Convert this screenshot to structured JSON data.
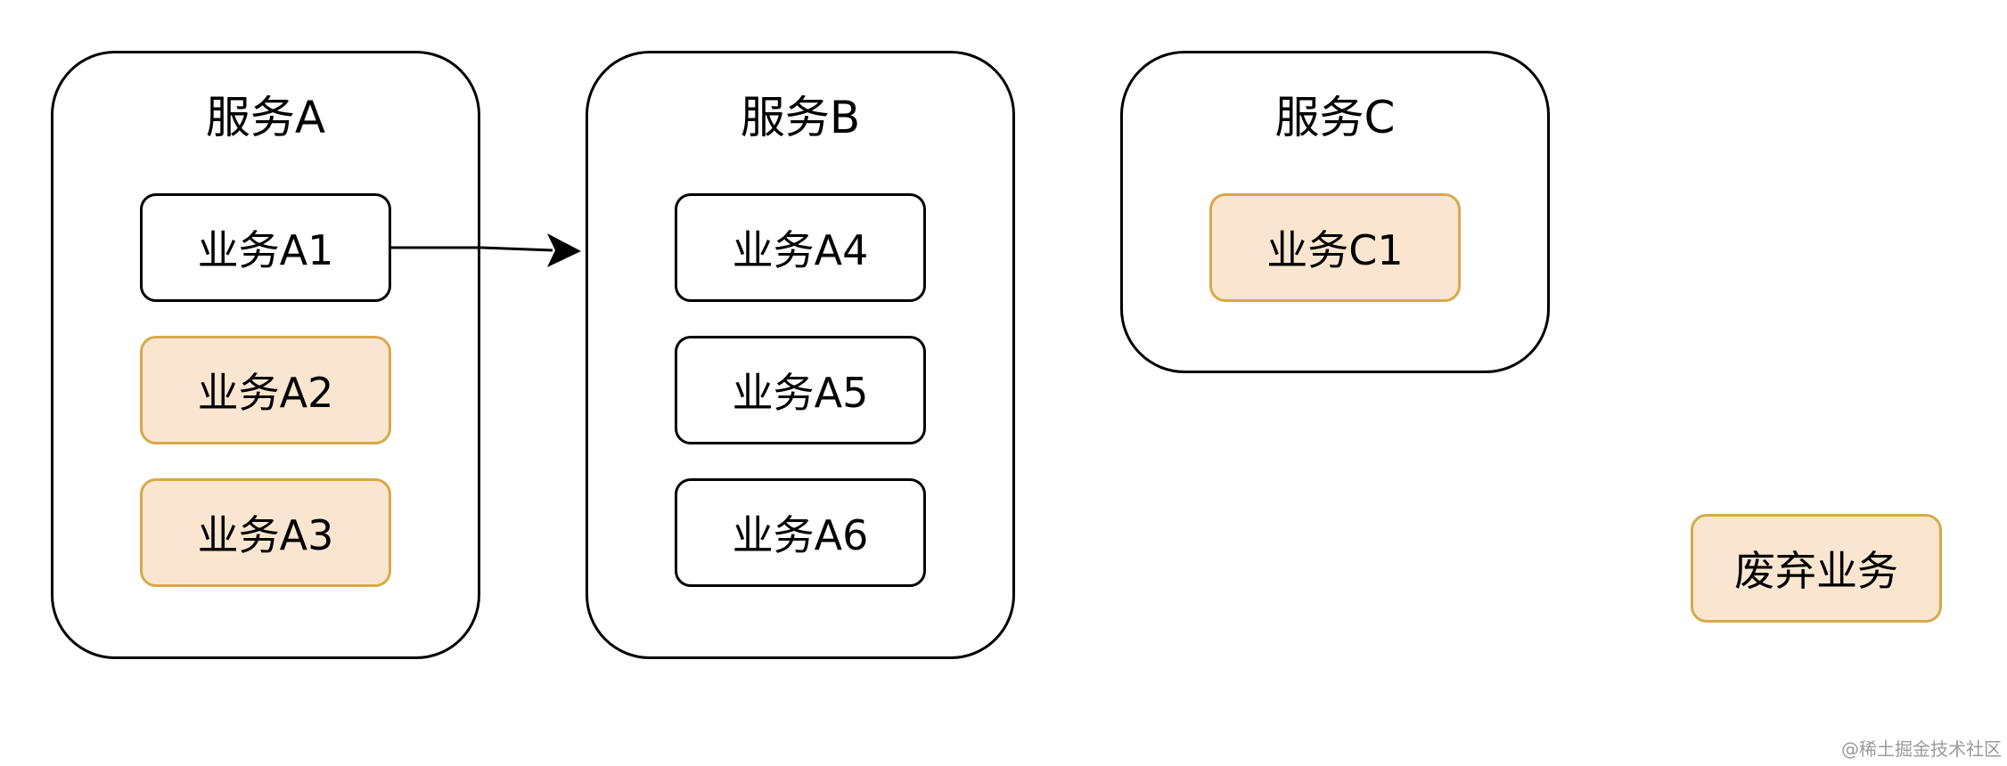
{
  "services": [
    {
      "title": "服务A",
      "items": [
        "业务A1",
        "业务A2",
        "业务A3"
      ]
    },
    {
      "title": "服务B",
      "items": [
        "业务A4",
        "业务A5",
        "业务A6"
      ]
    },
    {
      "title": "服务C",
      "items": [
        "业务C1"
      ]
    }
  ],
  "deprecated_items": [
    "业务A2",
    "业务A3",
    "业务C1"
  ],
  "arrow": {
    "from": "业务A1",
    "to": "服务B"
  },
  "legend": {
    "label": "废弃业务"
  },
  "watermark": "@稀土掘金技术社区",
  "colors": {
    "border": "#000000",
    "deprecated_fill": "#fae6d0",
    "deprecated_border": "#d6a94a",
    "background": "#ffffff"
  }
}
